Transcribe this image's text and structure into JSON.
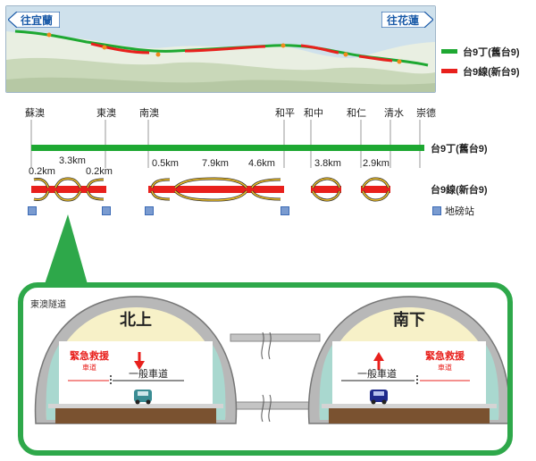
{
  "map": {
    "west_button": "往宜蘭",
    "east_button": "往花蓮"
  },
  "legend": {
    "old_label": "台9丁(舊台9)",
    "old_color": "#1ea832",
    "new_label": "台9線(新台9)",
    "new_color": "#e8201c"
  },
  "towns": [
    "蘇澳",
    "東澳",
    "南澳",
    "和平",
    "和中",
    "和仁",
    "清水",
    "崇德"
  ],
  "distances": [
    "0.2km",
    "3.3km",
    "0.2km",
    "0.5km",
    "7.9km",
    "4.6km",
    "3.8km",
    "2.9km"
  ],
  "rows": {
    "old_row_label": "台9丁(舊台9)",
    "new_row_label": "台9線(新台9)",
    "weigh_station_label": "地磅站"
  },
  "tunnel": {
    "panel_title": "東澳隧道",
    "north": {
      "direction": "北上",
      "emergency_label": "緊急救援",
      "emergency_sub": "車道",
      "general_lane": "一般車道"
    },
    "south": {
      "direction": "南下",
      "emergency_label": "緊急救援",
      "emergency_sub": "車道",
      "general_lane": "一般車道"
    }
  },
  "colors": {
    "accent_green": "#2ea84a",
    "arrow_red": "#e8201c",
    "emergency_red": "#e8201c",
    "sky_cream": "#f7f1c8",
    "road_brown": "#7a5230",
    "tunnel_grey": "#b5b5b5",
    "tunnel_inner": "#a9d8cf"
  }
}
